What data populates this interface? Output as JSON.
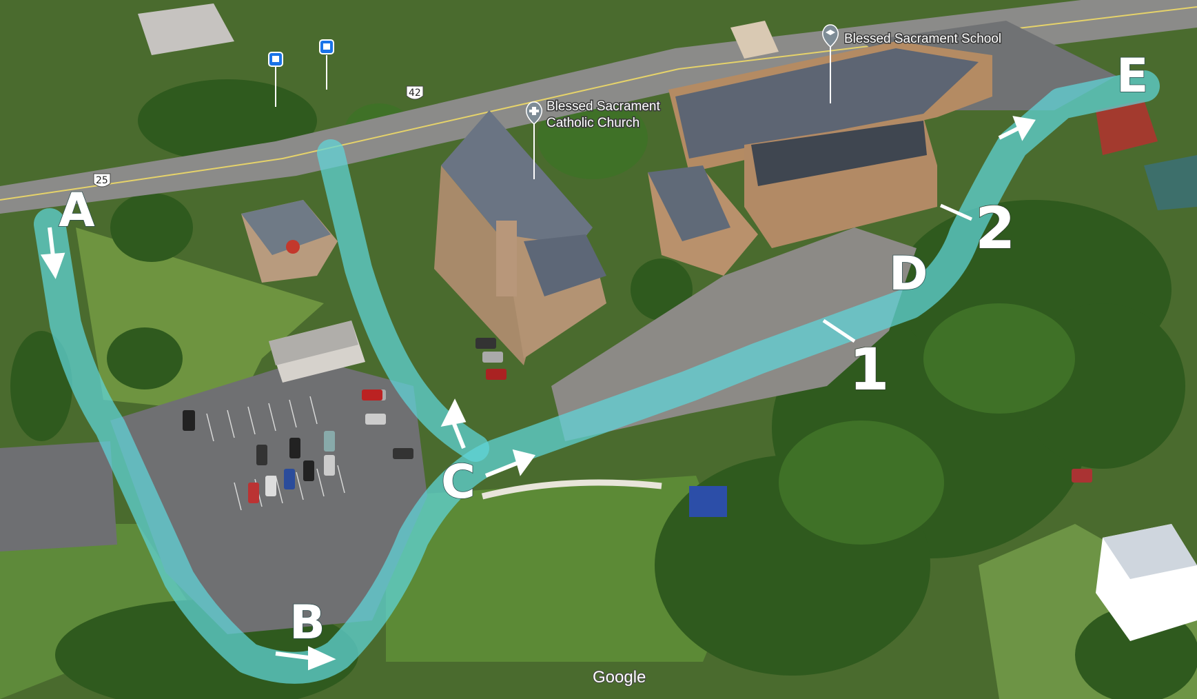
{
  "map": {
    "attribution": "Google",
    "pois": [
      {
        "id": "school",
        "label": "Blessed Sacrament School",
        "icon": "school-pin-icon"
      },
      {
        "id": "church",
        "label_line1": "Blessed Sacrament",
        "label_line2": "Catholic Church",
        "icon": "church-pin-icon"
      }
    ],
    "road_shields": [
      {
        "id": "rt25",
        "label": "25"
      },
      {
        "id": "rt42",
        "label": "42"
      }
    ],
    "transit_stops": [
      {
        "id": "stop1",
        "icon": "bus-stop-icon"
      },
      {
        "id": "stop2",
        "icon": "bus-stop-icon"
      }
    ],
    "route": {
      "color": "#5fd6d9",
      "points": [
        "A",
        "B",
        "C",
        "D",
        "E"
      ]
    },
    "markers": [
      "1",
      "2"
    ]
  }
}
